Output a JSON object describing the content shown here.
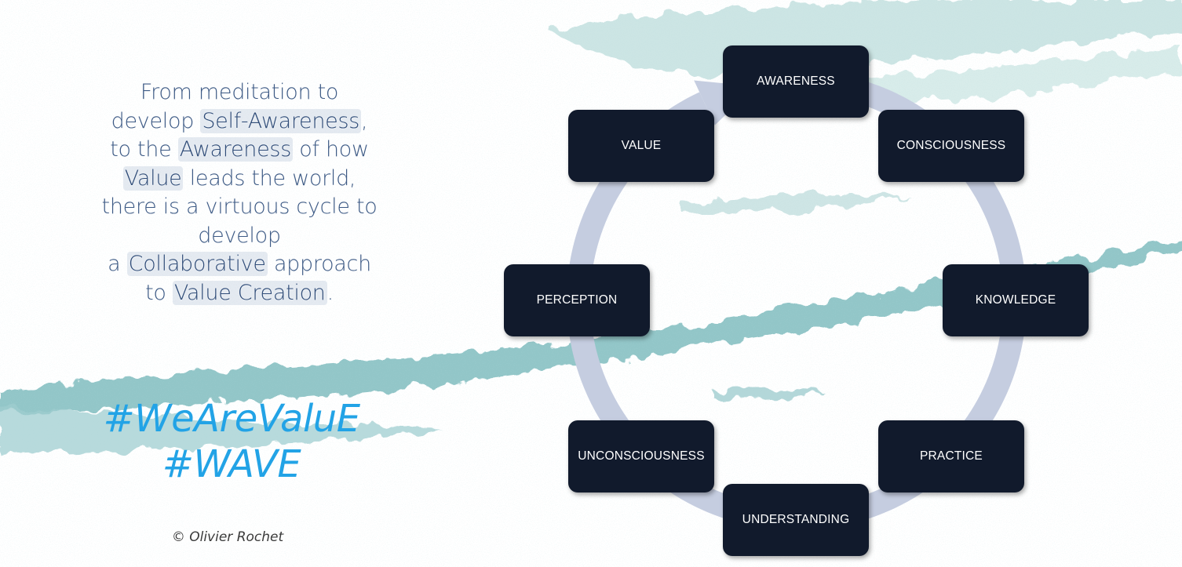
{
  "intro": {
    "l1": "From meditation to",
    "l2a": "develop ",
    "l2b": "Self-Awareness",
    "l2c": ",",
    "l3a": "to the ",
    "l3b": "Awareness",
    "l3c": " of how",
    "l4a": "Value",
    "l4b": " leads the world,",
    "l5": "there is a virtuous cycle to",
    "l6": "develop",
    "l7a": "a ",
    "l7b": "Collaborative",
    "l7c": " approach",
    "l8a": "to ",
    "l8b": "Value Creation",
    "l8c": "."
  },
  "hashtags": {
    "first": "#WeAreValuE",
    "second": "#WAVE"
  },
  "copyright": "© Olivier Rochet",
  "cycle": {
    "nodes": [
      "AWARENESS",
      "CONSCIOUSNESS",
      "KNOWLEDGE",
      "PRACTICE",
      "UNDERSTANDING",
      "UNCONSCIOUSNESS",
      "PERCEPTION",
      "VALUE"
    ],
    "arrow_color": "#c5cde0",
    "node_color": "#111a2c"
  },
  "colors": {
    "intro_text": "#3d5a85",
    "hashtag": "#22a3e6",
    "water": "#7fbcbf"
  }
}
